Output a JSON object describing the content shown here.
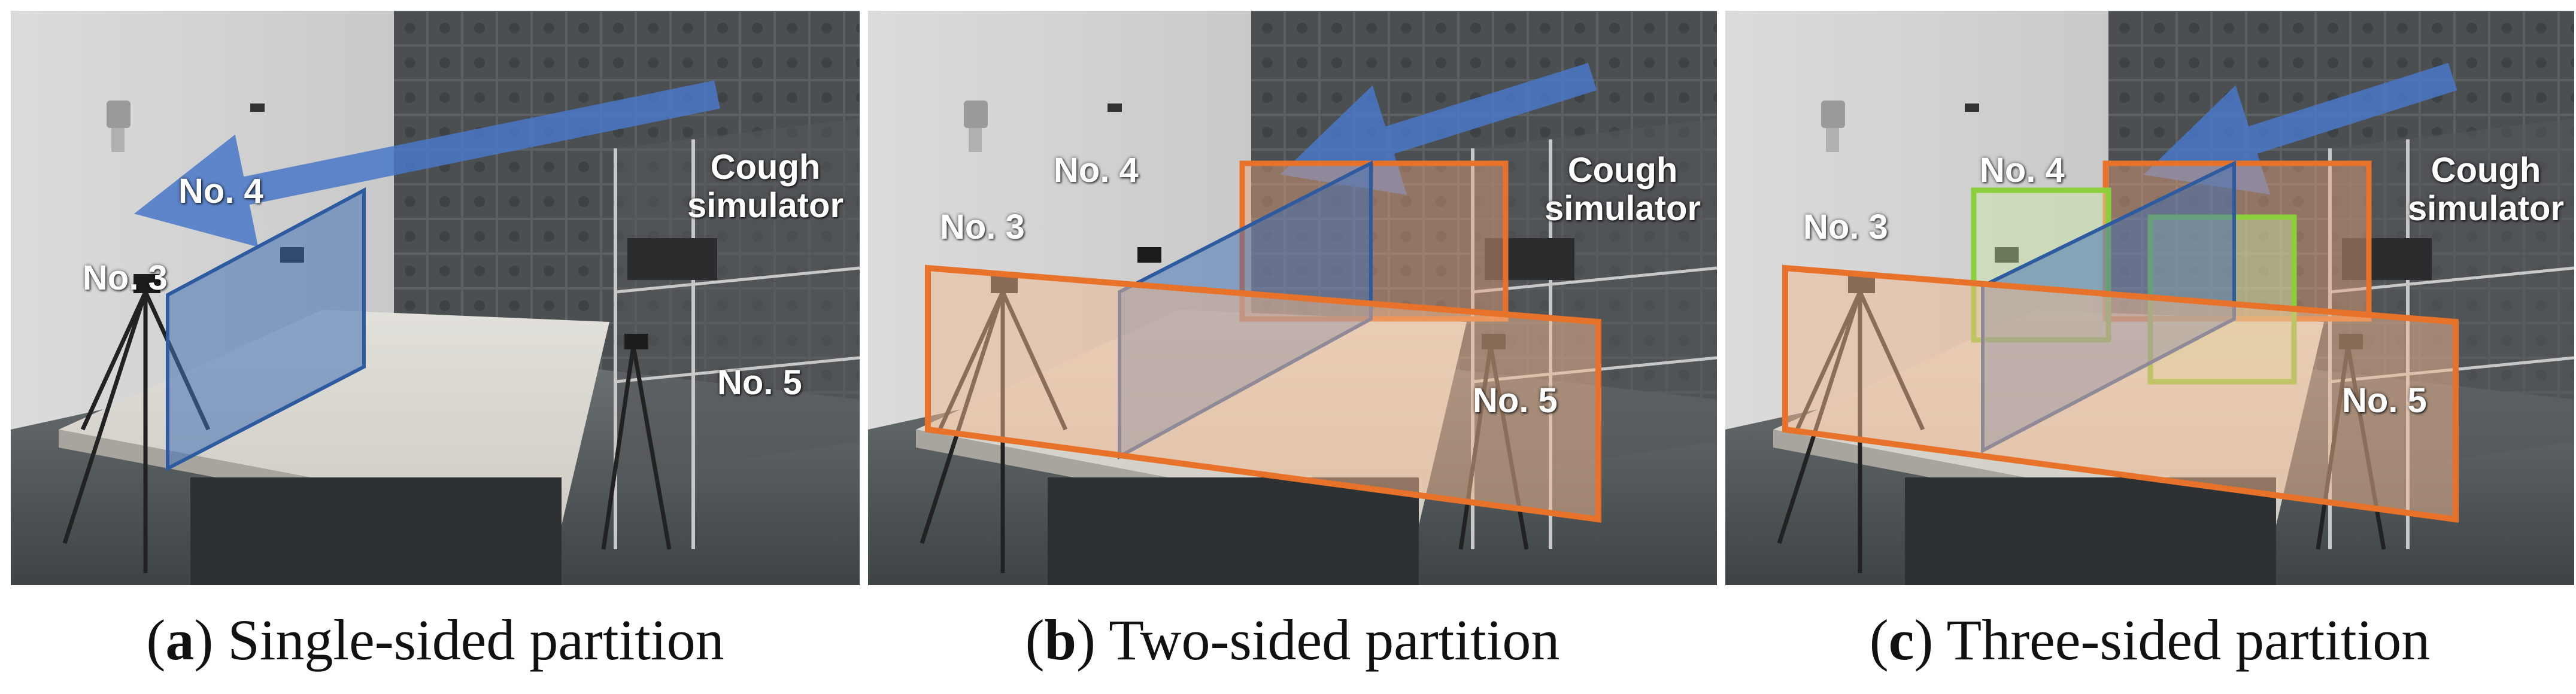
{
  "panels": [
    {
      "id": "a",
      "labels": {
        "no3": "No. 3",
        "no4": "No. 4",
        "no5": "No. 5",
        "cough_line1": "Cough",
        "cough_line2": "simulator"
      },
      "caption": {
        "letter": "a",
        "text": " Single-sided partition"
      }
    },
    {
      "id": "b",
      "labels": {
        "no3": "No. 3",
        "no4": "No. 4",
        "no5": "No. 5",
        "cough_line1": "Cough",
        "cough_line2": "simulator"
      },
      "caption": {
        "letter": "b",
        "text": " Two-sided partition"
      }
    },
    {
      "id": "c",
      "labels": {
        "no3": "No. 3",
        "no4": "No. 4",
        "no5": "No. 5",
        "cough_line1": "Cough",
        "cough_line2": "simulator"
      },
      "caption": {
        "letter": "c",
        "text": " Three-sided partition"
      }
    }
  ],
  "colors": {
    "partition_blue": "#3f6fb5",
    "partition_orange": "#e8722a",
    "partition_green": "#8ccf3c",
    "airflow_arrow": "#4a78c8"
  }
}
